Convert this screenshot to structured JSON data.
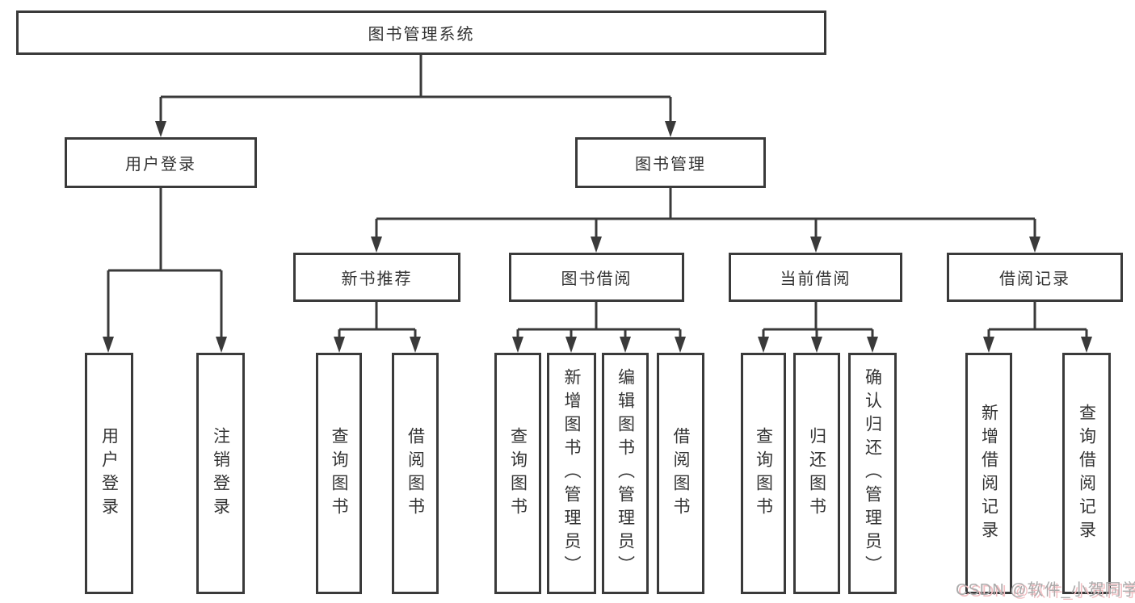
{
  "tree": {
    "label": "图书管理系统",
    "children": [
      {
        "label": "用户登录",
        "children": [
          {
            "label": "用户登录"
          },
          {
            "label": "注销登录"
          }
        ]
      },
      {
        "label": "图书管理",
        "children": [
          {
            "label": "新书推荐",
            "children": [
              {
                "label": "查询图书"
              },
              {
                "label": "借阅图书"
              }
            ]
          },
          {
            "label": "图书借阅",
            "children": [
              {
                "label": "查询图书"
              },
              {
                "label": "新增图书（管理员）"
              },
              {
                "label": "编辑图书（管理员）"
              },
              {
                "label": "借阅图书"
              }
            ]
          },
          {
            "label": "当前借阅",
            "children": [
              {
                "label": "查询图书"
              },
              {
                "label": "归还图书"
              },
              {
                "label": "确认归还（管理员）"
              }
            ]
          },
          {
            "label": "借阅记录",
            "children": [
              {
                "label": "新增借阅记录"
              },
              {
                "label": "查询借阅记录"
              }
            ]
          }
        ]
      }
    ]
  },
  "watermark": {
    "text": "CSDN @软件_小贺同学"
  },
  "colors": {
    "line": "#3a3a3a",
    "text": "#333333",
    "background": "#ffffff",
    "watermark_text": "#ababab",
    "watermark_shadow": "#f2bfc3"
  }
}
